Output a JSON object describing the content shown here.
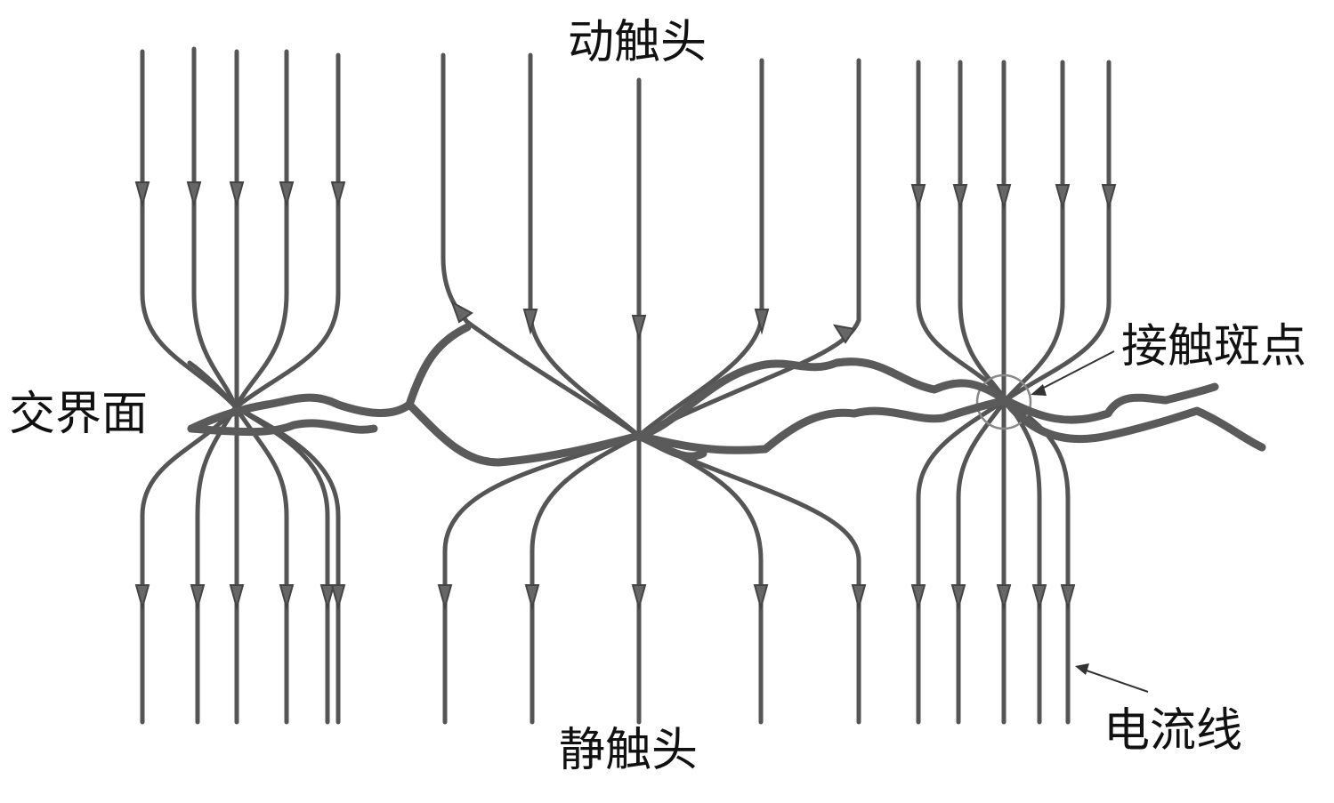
{
  "labels": {
    "moving_contact": "动触头",
    "static_contact": "静触头",
    "interface": "交界面",
    "contact_spot": "接触斑点",
    "current_line": "电流线"
  },
  "colors": {
    "line": "#555555",
    "interface": "#5a5a5a",
    "background": "#ffffff",
    "text": "#111111"
  }
}
